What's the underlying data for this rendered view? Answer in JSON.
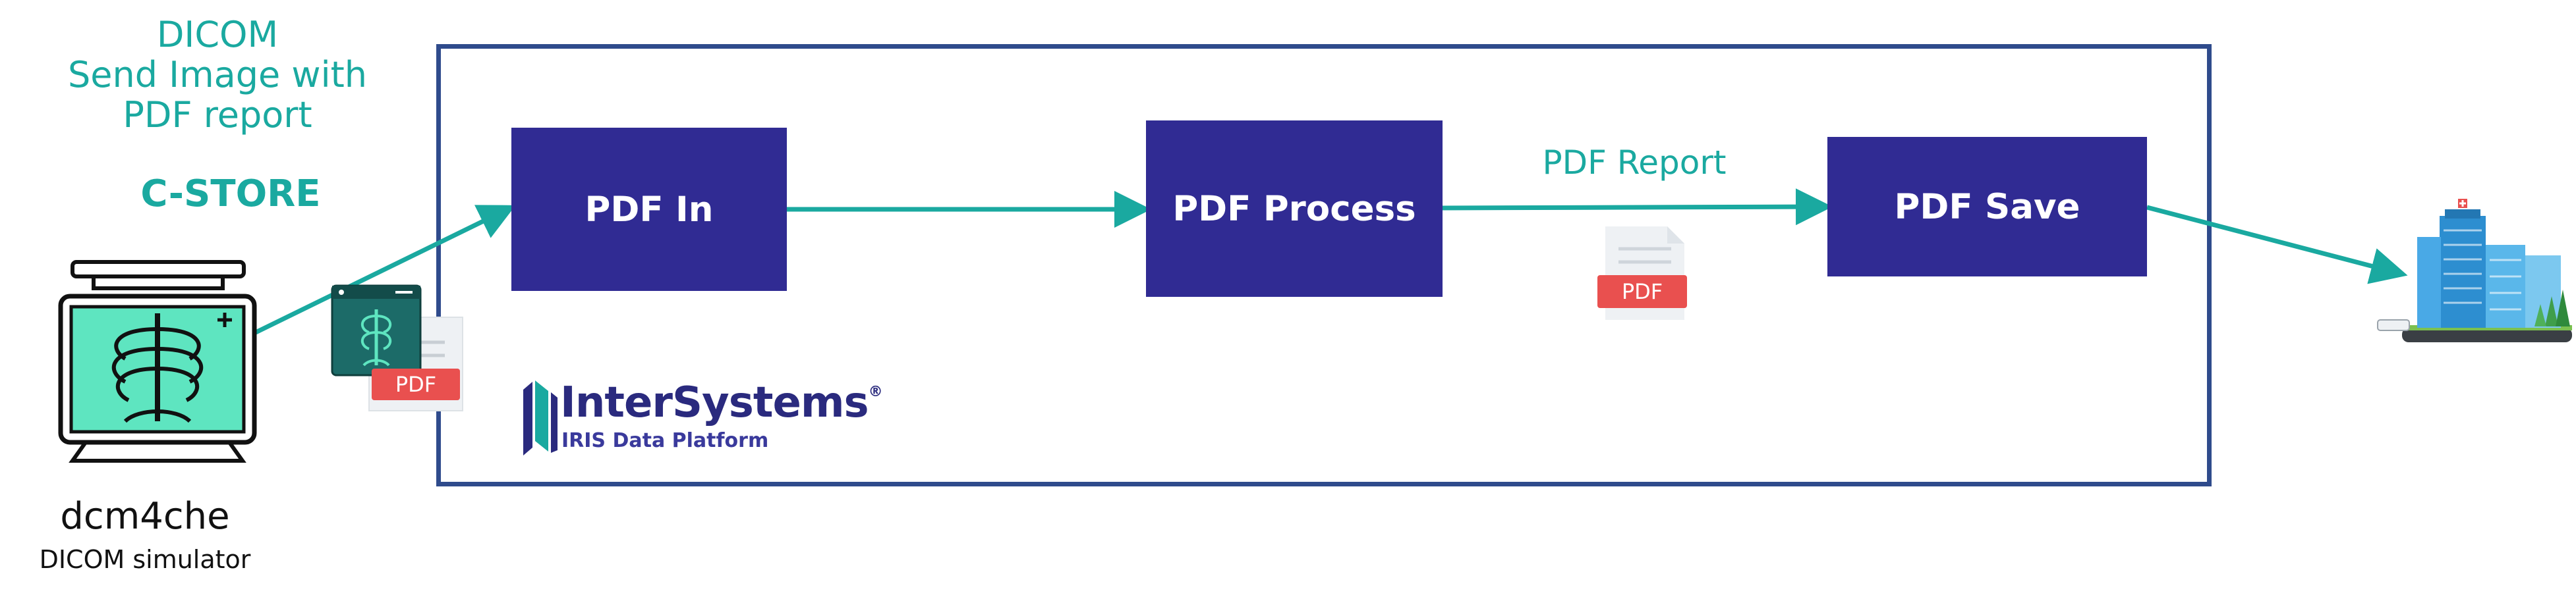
{
  "source": {
    "title_lines": [
      "DICOM",
      "Send Image with",
      "PDF report"
    ],
    "protocol": "C-STORE",
    "name": "dcm4che",
    "subtitle": "DICOM simulator"
  },
  "platform": {
    "brand": "InterSystems",
    "registered": "®",
    "product": "IRIS Data Platform"
  },
  "components": [
    {
      "label": "PDF In"
    },
    {
      "label": "PDF Process"
    },
    {
      "label": "PDF Save"
    }
  ],
  "edges": {
    "process_to_save_label": "PDF Report"
  },
  "badges": {
    "pdf_left": "PDF",
    "pdf_middle": "PDF"
  },
  "colors": {
    "teal": "#1aa9a0",
    "component_fill": "#302b93",
    "frame_border": "#2f4b8c",
    "pdf_badge": "#e9504f",
    "xray_green": "#5ee5c0"
  },
  "icons": [
    "xray-machine-icon",
    "dicom-image-icon",
    "document-icon",
    "hospital-icon"
  ]
}
